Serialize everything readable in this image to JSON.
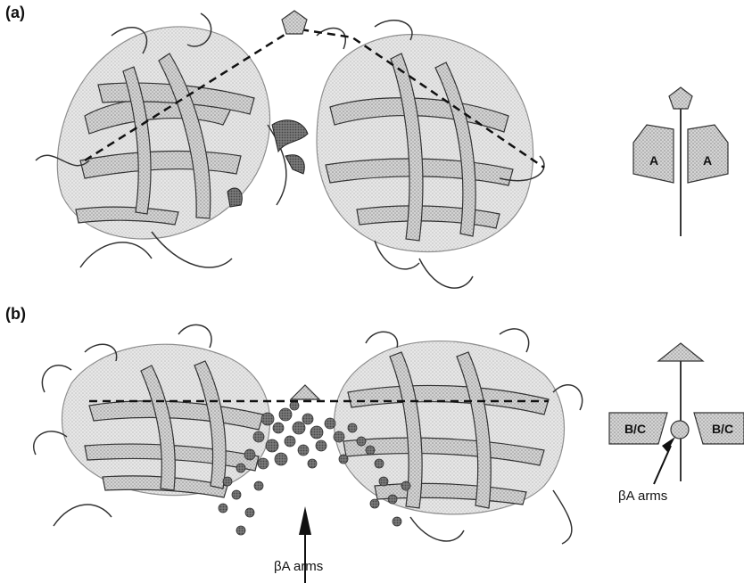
{
  "panels": {
    "a": {
      "label": "(a)",
      "schematic_left": "A",
      "schematic_right": "A"
    },
    "b": {
      "label": "(b)",
      "schematic_left": "B/C",
      "schematic_right": "B/C"
    }
  },
  "annotations": {
    "main_arrow": "βA arms",
    "schematic_arrow": "βA arms"
  }
}
